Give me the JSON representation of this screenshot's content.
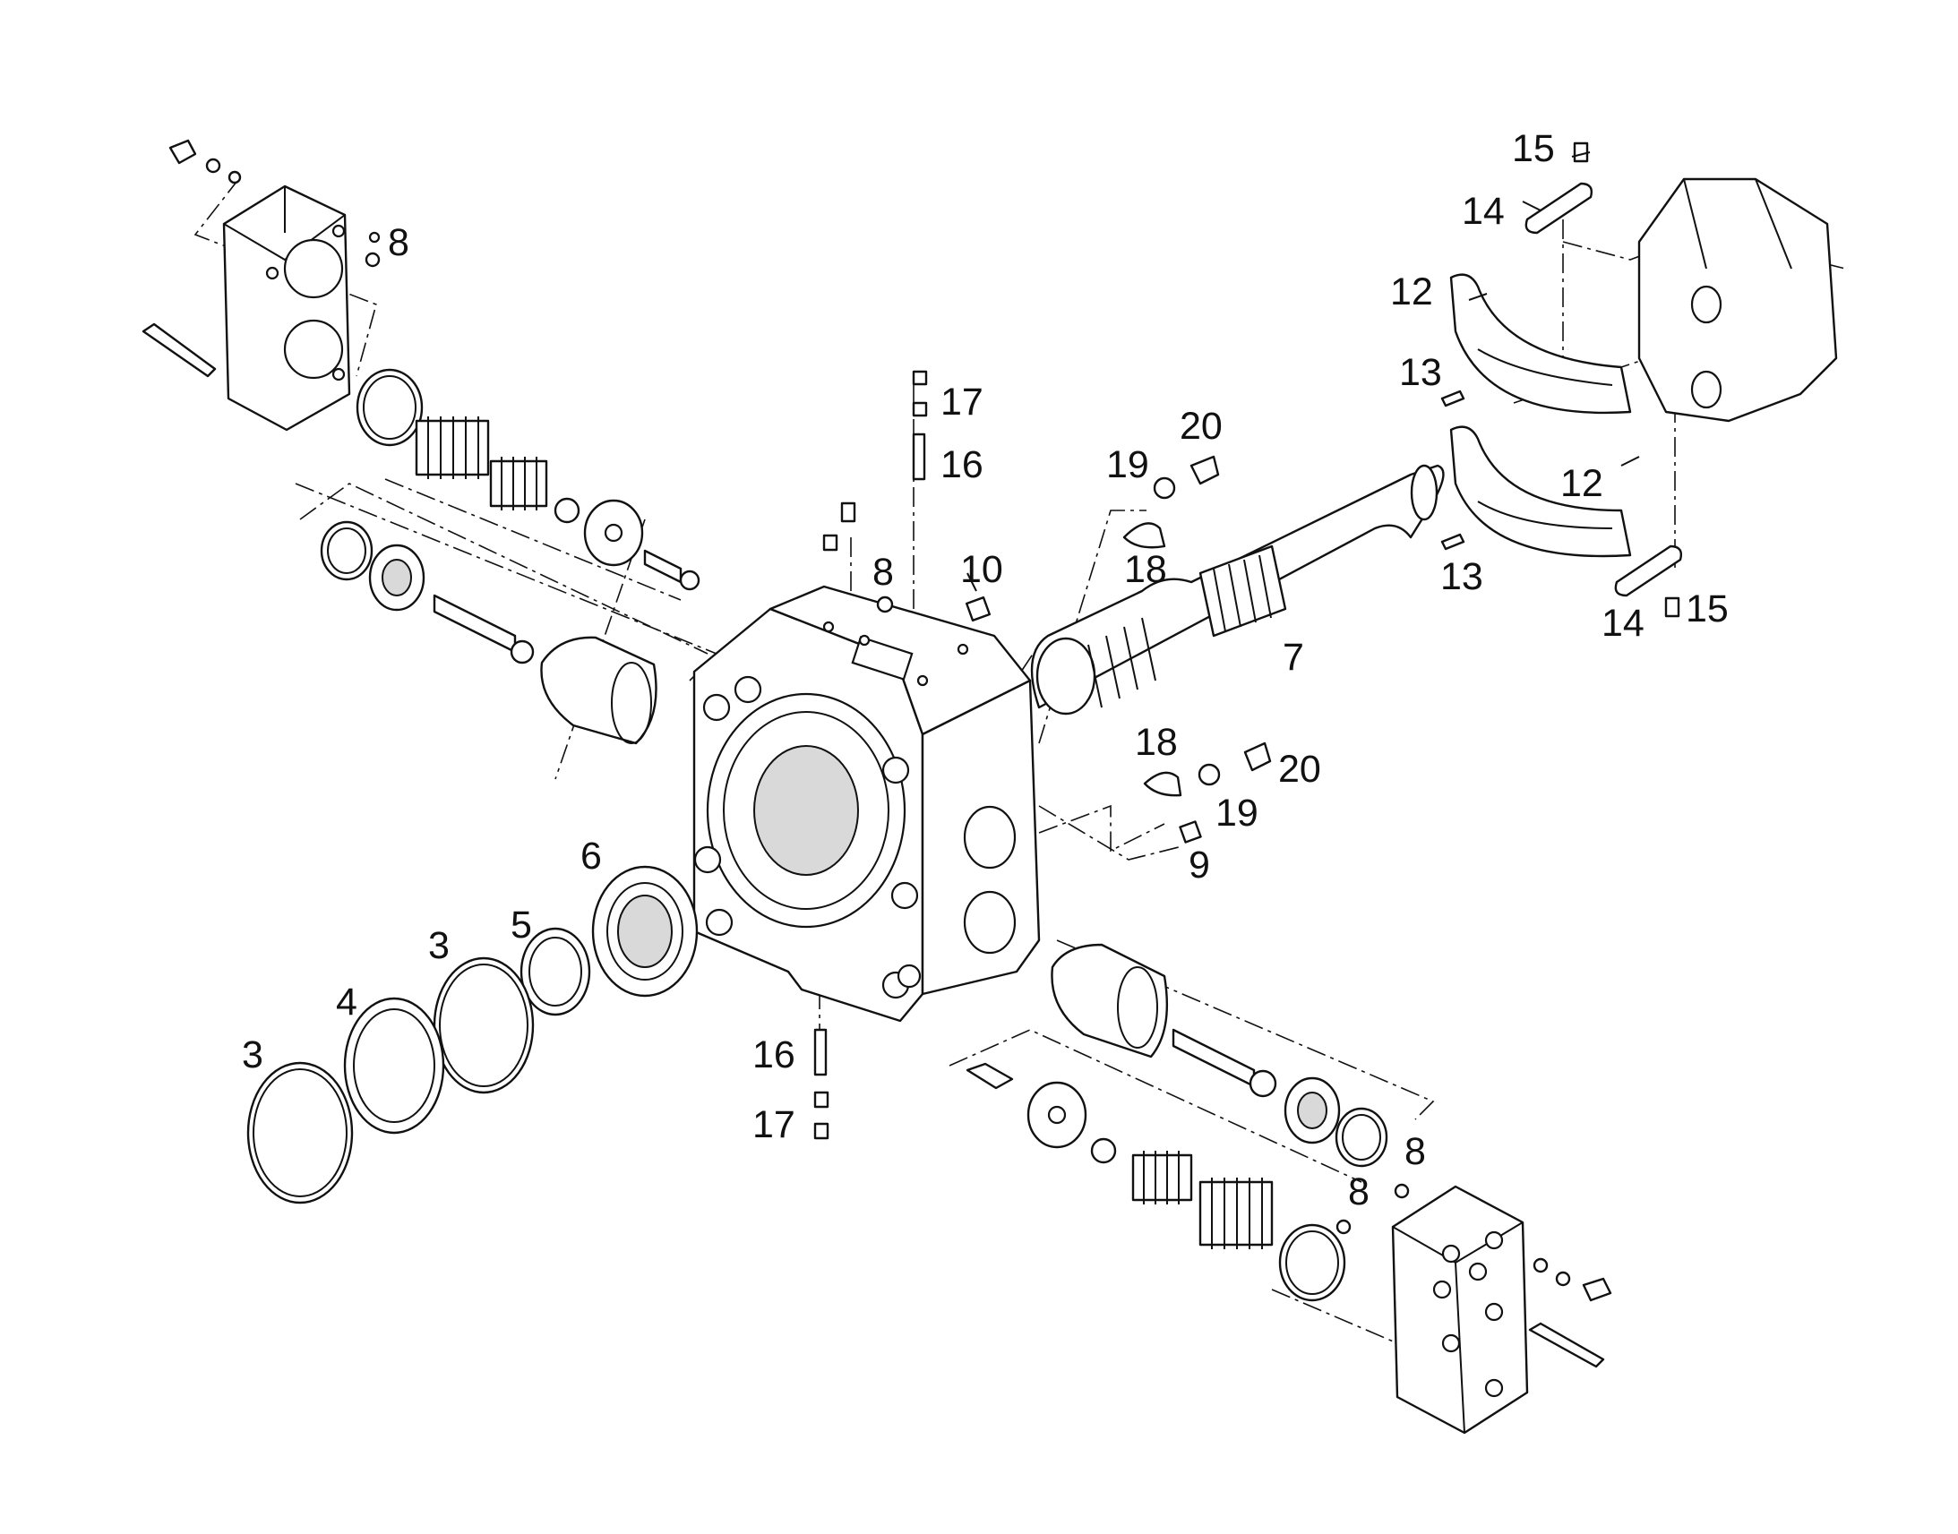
{
  "callouts": [
    {
      "id": "c15a",
      "text": "15"
    },
    {
      "id": "c14a",
      "text": "14"
    },
    {
      "id": "c12a",
      "text": "12"
    },
    {
      "id": "c13a",
      "text": "13"
    },
    {
      "id": "c12b",
      "text": "12"
    },
    {
      "id": "c13b",
      "text": "13"
    },
    {
      "id": "c14b",
      "text": "14"
    },
    {
      "id": "c15b",
      "text": "15"
    },
    {
      "id": "c8a",
      "text": "8"
    },
    {
      "id": "c17a",
      "text": "17"
    },
    {
      "id": "c16a",
      "text": "16"
    },
    {
      "id": "c20a",
      "text": "20"
    },
    {
      "id": "c19a",
      "text": "19"
    },
    {
      "id": "c18a",
      "text": "18"
    },
    {
      "id": "c8b",
      "text": "8"
    },
    {
      "id": "c10",
      "text": "10"
    },
    {
      "id": "c7",
      "text": "7"
    },
    {
      "id": "c18b",
      "text": "18"
    },
    {
      "id": "c20b",
      "text": "20"
    },
    {
      "id": "c19b",
      "text": "19"
    },
    {
      "id": "c9",
      "text": "9"
    },
    {
      "id": "c6",
      "text": "6"
    },
    {
      "id": "c5",
      "text": "5"
    },
    {
      "id": "c3a",
      "text": "3"
    },
    {
      "id": "c4",
      "text": "4"
    },
    {
      "id": "c3b",
      "text": "3"
    },
    {
      "id": "c16b",
      "text": "16"
    },
    {
      "id": "c17b",
      "text": "17"
    },
    {
      "id": "c8c",
      "text": "8"
    },
    {
      "id": "c8d",
      "text": "8"
    }
  ]
}
